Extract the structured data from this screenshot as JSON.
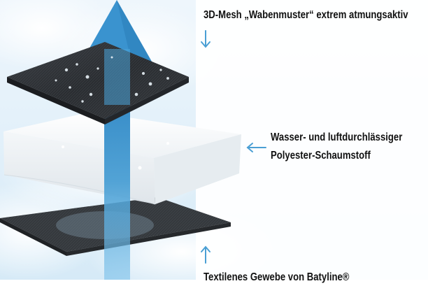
{
  "labels": {
    "top": "3D-Mesh „Wabenmuster“ extrem atmungsaktiv",
    "middle_line1": "Wasser- und luftdurchlässiger",
    "middle_line2": "Polyester-Schaumstoff",
    "bottom": "Textilenes Gewebe von Batyline®"
  },
  "colors": {
    "arrow": "#4a9fd4",
    "mesh_dark": "#2c2f33",
    "foam": "#f2f6f9",
    "bottom_fabric": "#3a3d40",
    "sky": "#c9e3f4"
  },
  "icons": {
    "big_arrow": "up-arrow-icon",
    "pointer_top": "down-arrow-icon",
    "pointer_middle": "left-arrow-icon",
    "pointer_bottom": "up-arrow-icon"
  }
}
